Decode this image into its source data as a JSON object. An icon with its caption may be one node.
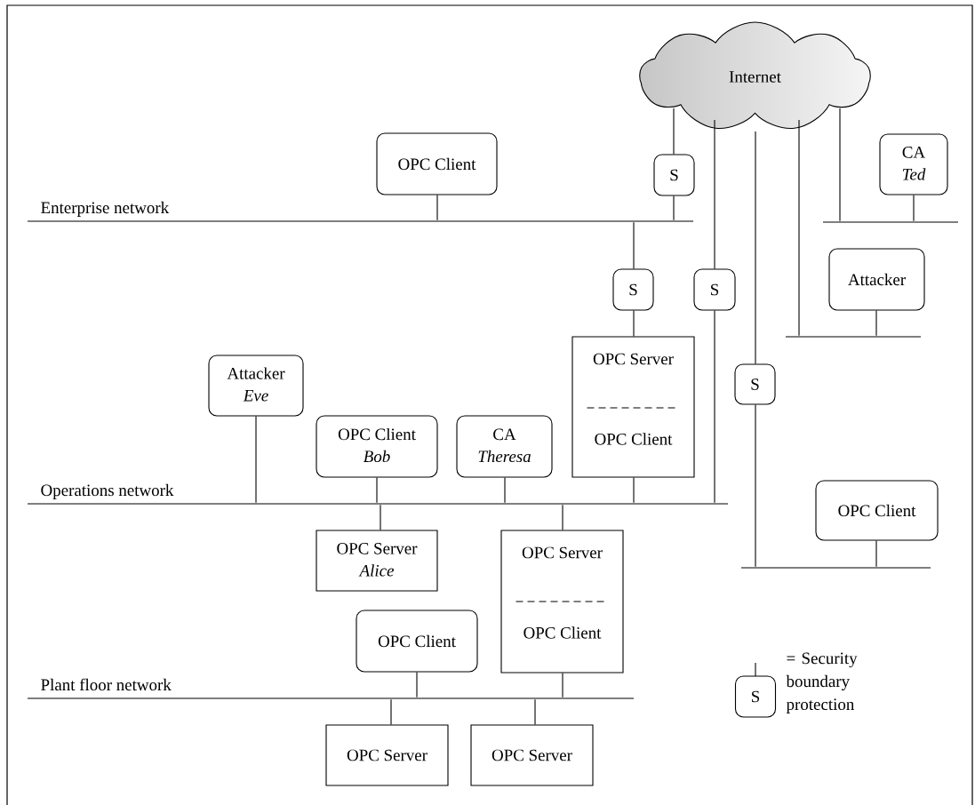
{
  "diagram": {
    "nodes": [
      {
        "text": [
          "Internet"
        ]
      },
      {
        "text": [
          "OPC Client"
        ]
      },
      {
        "text": [
          "S"
        ]
      },
      {
        "text": [
          "CA",
          "Ted"
        ]
      },
      {
        "text": [
          "Enterprise network"
        ]
      },
      {
        "text": [],
        "shape": "bar"
      },
      {
        "text": [
          "S"
        ]
      },
      {
        "text": [
          "S"
        ]
      },
      {
        "text": [
          "Attacker"
        ]
      },
      {
        "text": [],
        "shape": "bar"
      },
      {
        "text": [
          "OPC Server",
          "OPC Client"
        ]
      },
      {
        "text": [
          "S"
        ]
      },
      {
        "text": [
          "Attacker",
          "Eve"
        ]
      },
      {
        "text": [
          "OPC Client",
          "Bob"
        ]
      },
      {
        "text": [
          "CA",
          "Theresa"
        ]
      },
      {
        "text": [
          "Operations network"
        ]
      },
      {
        "text": [
          "OPC Client"
        ]
      },
      {
        "text": [],
        "shape": "bar"
      },
      {
        "text": [
          "OPC Server",
          "Alice"
        ]
      },
      {
        "text": [
          "OPC Server",
          "OPC Client"
        ]
      },
      {
        "text": [
          "OPC Client"
        ]
      },
      {
        "text": [
          "Plant floor network"
        ]
      },
      {
        "text": [
          "OPC Server"
        ]
      },
      {
        "text": [
          "OPC Server"
        ]
      }
    ],
    "edges": [
      {
        "from": 0,
        "to": 2,
        "arrow": "none"
      },
      {
        "from": 2,
        "to": 4,
        "arrow": "none"
      },
      {
        "from": 1,
        "to": 4,
        "arrow": "none"
      },
      {
        "from": 0,
        "to": 5,
        "arrow": "none"
      },
      {
        "from": 3,
        "to": 5,
        "arrow": "none"
      },
      {
        "from": 4,
        "to": 6,
        "arrow": "none"
      },
      {
        "from": 6,
        "to": 10,
        "arrow": "none"
      },
      {
        "from": 0,
        "to": 7,
        "arrow": "none"
      },
      {
        "from": 7,
        "to": 15,
        "arrow": "none"
      },
      {
        "from": 0,
        "to": 11,
        "arrow": "none"
      },
      {
        "from": 11,
        "to": 17,
        "arrow": "none"
      },
      {
        "from": 0,
        "to": 9,
        "arrow": "none"
      },
      {
        "from": 8,
        "to": 9,
        "arrow": "none"
      },
      {
        "from": 10,
        "to": 15,
        "arrow": "none"
      },
      {
        "from": 12,
        "to": 15,
        "arrow": "none"
      },
      {
        "from": 13,
        "to": 15,
        "arrow": "none"
      },
      {
        "from": 14,
        "to": 15,
        "arrow": "none"
      },
      {
        "from": 15,
        "to": 18,
        "arrow": "none"
      },
      {
        "from": 15,
        "to": 19,
        "arrow": "none"
      },
      {
        "from": 16,
        "to": 17,
        "arrow": "none"
      },
      {
        "from": 20,
        "to": 21,
        "arrow": "none"
      },
      {
        "from": 19,
        "to": 21,
        "arrow": "none"
      },
      {
        "from": 21,
        "to": 22,
        "arrow": "none"
      },
      {
        "from": 21,
        "to": 23,
        "arrow": "none"
      }
    ],
    "labels": [
      "S"
    ],
    "legend": [
      {
        "text": "= Security boundary protection"
      }
    ]
  }
}
